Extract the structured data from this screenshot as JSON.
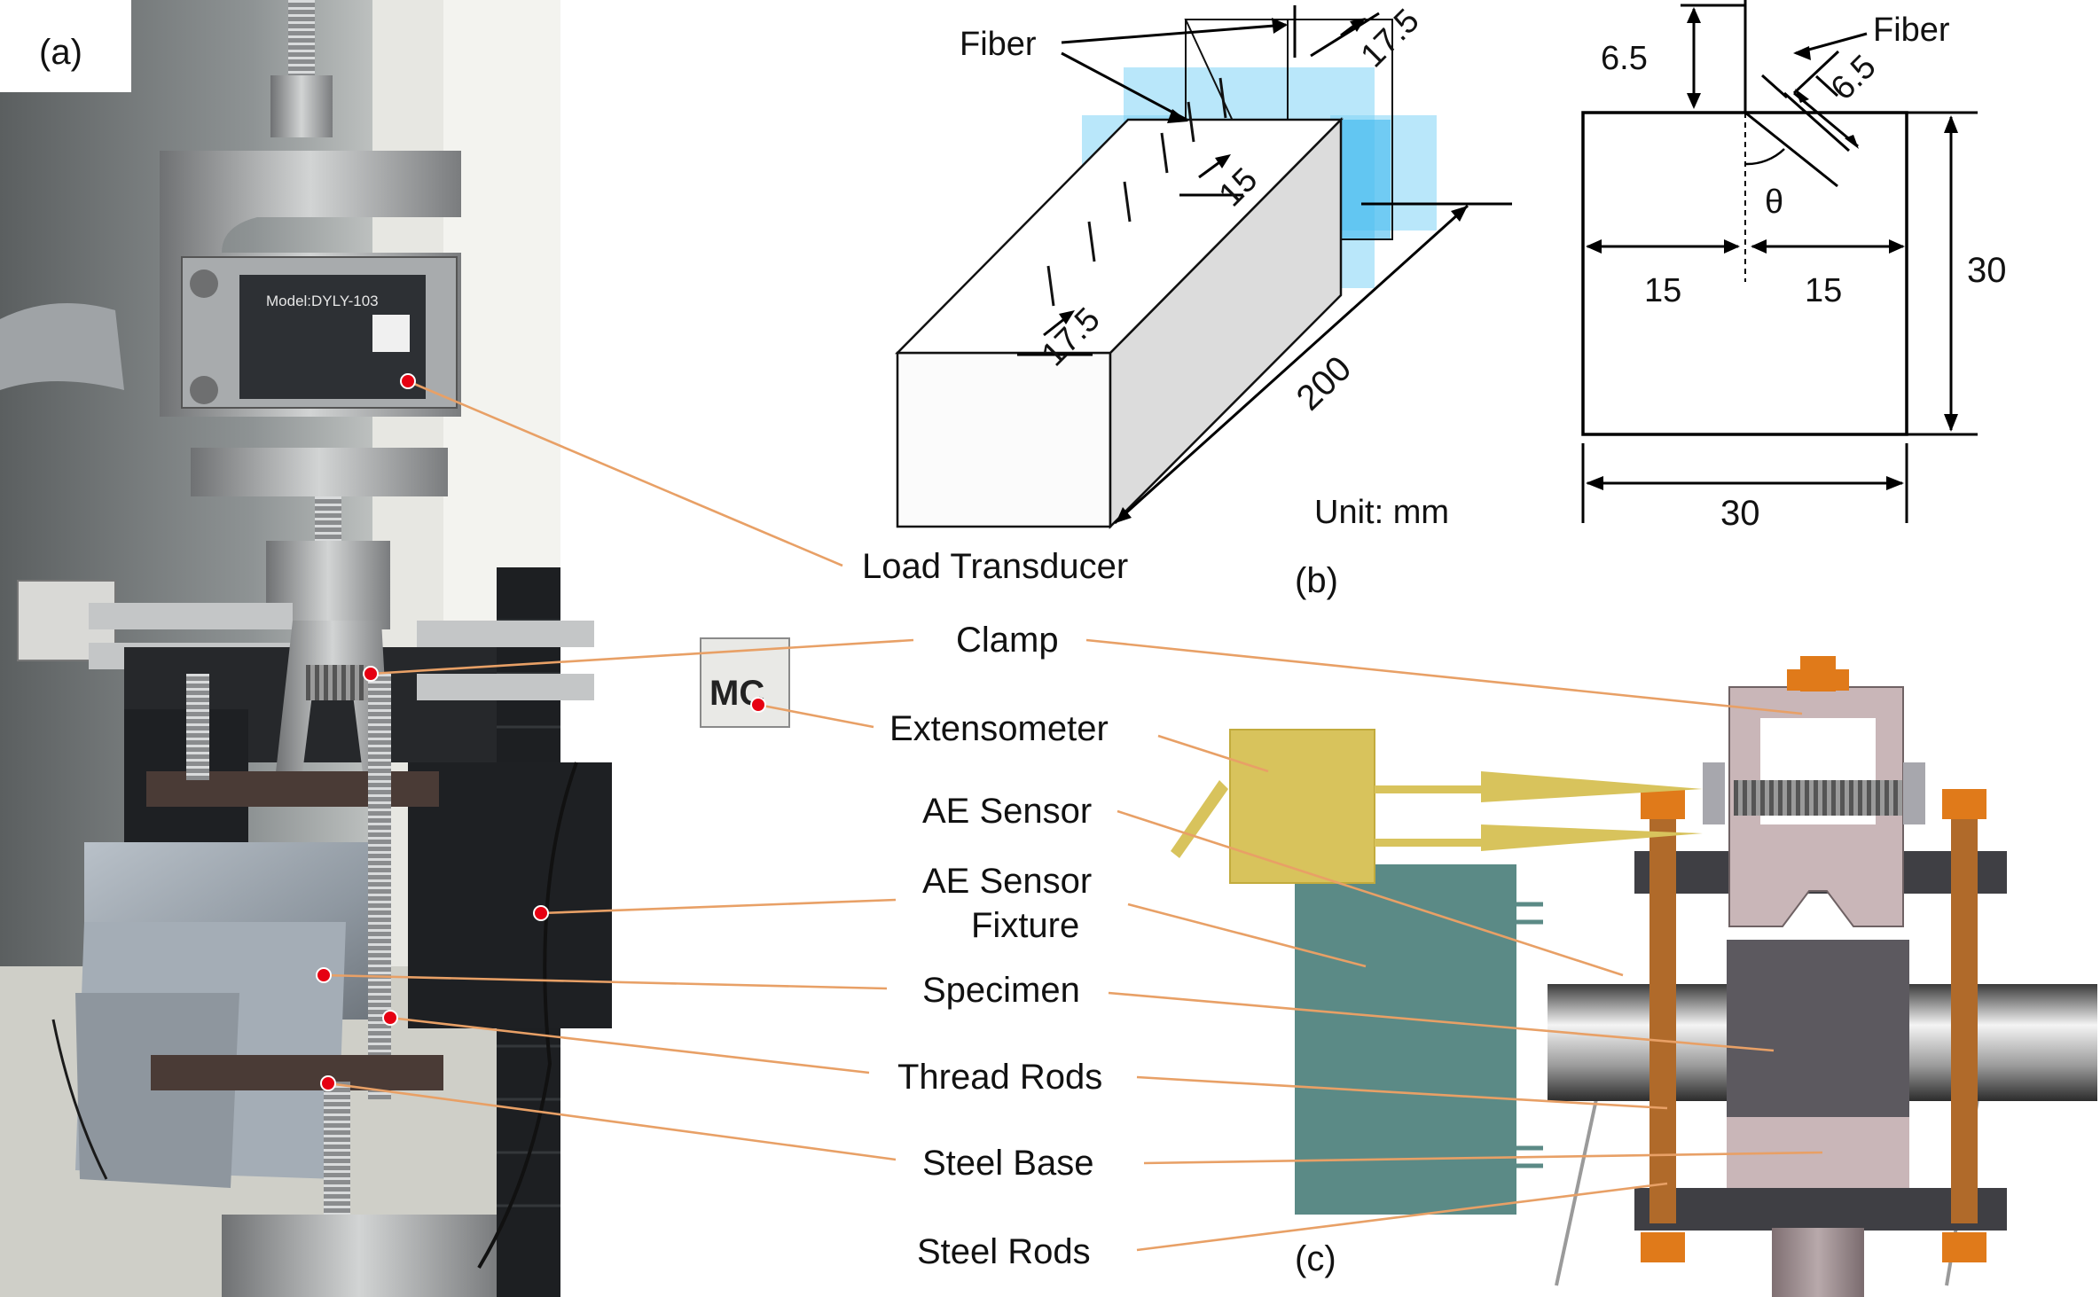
{
  "panels": {
    "a": "(a)",
    "b": "(b)",
    "c": "(c)"
  },
  "callouts": [
    "Load Transducer",
    "Clamp",
    "Extensometer",
    "AE Sensor",
    "AE Sensor",
    "Fixture",
    "Specimen",
    "Thread Rods",
    "Steel Base",
    "Steel Rods"
  ],
  "photo": {
    "transducer_model": "Model:DYLY-103",
    "extensometer_logo": "MC"
  },
  "dimensions": {
    "fiber_label": "Fiber",
    "fiber_label_2": "Fiber",
    "d_17_5_top": "17.5",
    "d_15_spacing": "15",
    "d_17_5_edge": "17.5",
    "d_200": "200",
    "unit": "Unit: mm",
    "d_6_5_left": "6.5",
    "d_6_5_fiber": "6.5",
    "theta": "θ",
    "d_15_left": "15",
    "d_15_right": "15",
    "d_30_height": "30",
    "d_30_width": "30"
  },
  "colors": {
    "leader": "#e8a066",
    "marker": "#e60012",
    "block_blue": "#7fd3f5",
    "extensometer_yellow": "#d8c35c",
    "sensor_teal": "#5b8a86",
    "clamp_pink": "#c9b6b8",
    "nut_orange": "#e07a1a",
    "rod_brown": "#b06a2a"
  }
}
